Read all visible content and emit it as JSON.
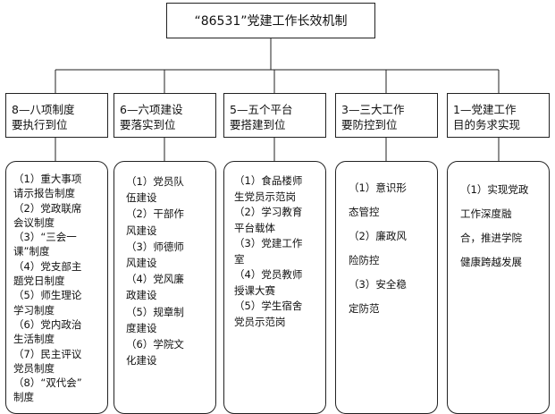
{
  "title": "“86531”党建工作长效机制",
  "categories": [
    {
      "lines": [
        "8—八项制度",
        "要执行到位"
      ]
    },
    {
      "lines": [
        "6—六项建设",
        "要落实到位"
      ]
    },
    {
      "lines": [
        "5—五个平台",
        "要搭建到位"
      ]
    },
    {
      "lines": [
        "3—三大工作",
        "要防控到位"
      ]
    },
    {
      "lines": [
        "1—党建工作",
        "目的务求实现"
      ]
    }
  ],
  "details": [
    {
      "lines": [
        "（1）重大事项",
        "请示报告制度",
        "（2）党政联席",
        "会议制度",
        "（3）“三会一",
        "课”制度",
        "（4）党支部主",
        "题党日制度",
        "（5）师生理论",
        "学习制度",
        "（6）党内政治",
        "生活制度",
        "（7）民主评议",
        "党员制度",
        "（8）“双代会”",
        "制度"
      ]
    },
    {
      "lines": [
        "（1）党员队",
        "伍建设",
        "（2）干部作",
        "风建设",
        "（3）师德师",
        "风建设",
        "（4）党风廉",
        "政建设",
        "（5）规章制",
        "度建设",
        "（6）学院文",
        "化建设"
      ]
    },
    {
      "lines": [
        "（1）食品楼师",
        "生党员示范岗",
        "（2）学习教育",
        "平台载体",
        "（3）党建工作",
        "室",
        "（4）党员教师",
        "授课大赛",
        "（5）学生宿舍",
        "党员示范岗"
      ]
    },
    {
      "lines": [
        "（1）意识形",
        "态管控",
        "（2）廉政风",
        "险防控",
        "（3）安全稳",
        "定防范"
      ]
    },
    {
      "lines": [
        "（1）实现党政",
        "工作深度融",
        "合，推进学院",
        "健康跨越发展"
      ]
    }
  ]
}
